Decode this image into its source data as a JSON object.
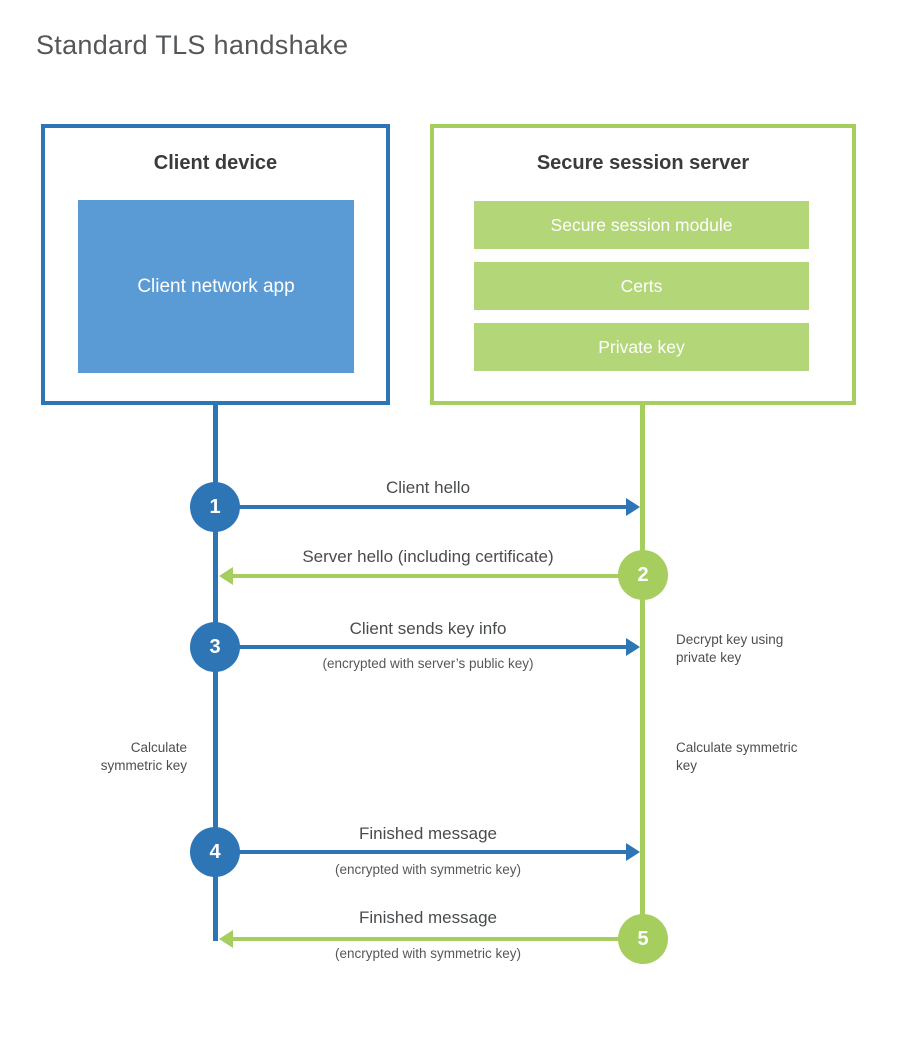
{
  "title": "Standard TLS handshake",
  "client": {
    "title": "Client device",
    "app": "Client network app"
  },
  "server": {
    "title": "Secure session server",
    "modules": [
      "Secure session module",
      "Certs",
      "Private key"
    ]
  },
  "steps": [
    {
      "number": "1",
      "label": "Client hello",
      "from": "client",
      "to": "server"
    },
    {
      "number": "2",
      "label": "Server hello (including certificate)",
      "from": "server",
      "to": "client"
    },
    {
      "number": "3",
      "label": "Client sends key info",
      "sublabel": "(encrypted with server’s public key)",
      "from": "client",
      "to": "server"
    },
    {
      "number": "4",
      "label": "Finished message",
      "sublabel": "(encrypted with symmetric key)",
      "from": "client",
      "to": "server"
    },
    {
      "number": "5",
      "label": "Finished message",
      "sublabel": "(encrypted with symmetric key)",
      "from": "server",
      "to": "client"
    }
  ],
  "notes": [
    {
      "text": "Decrypt key using private key",
      "side": "right"
    },
    {
      "text": "Calculate symmetric key",
      "side": "left"
    },
    {
      "text": "Calculate symmetric key",
      "side": "right"
    }
  ],
  "colors": {
    "client_accent": "#2e75b6",
    "client_fill": "#5b9bd5",
    "server_accent": "#a5ce5f",
    "server_fill": "#b3d678",
    "heading_text": "#3b3b3b",
    "title_text": "#54575a"
  }
}
